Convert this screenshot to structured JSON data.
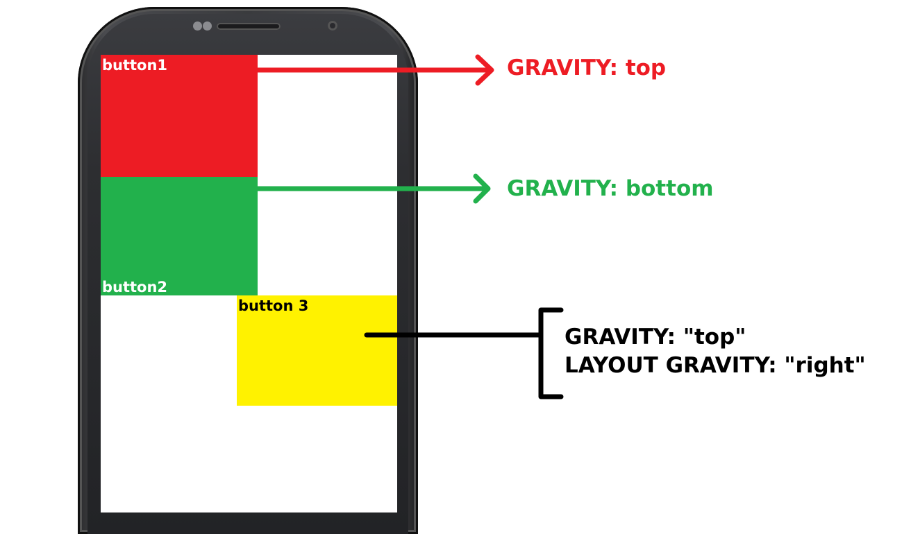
{
  "buttons": {
    "button1": {
      "label": "button1",
      "color": "#ed1c24"
    },
    "button2": {
      "label": "button2",
      "color": "#22b14c"
    },
    "button3": {
      "label": "button 3",
      "color": "#fff200"
    }
  },
  "annotations": {
    "top": {
      "text": "GRAVITY: top",
      "color": "#ed1c24"
    },
    "bottom": {
      "text": "GRAVITY: bottom",
      "color": "#22b14c"
    },
    "button3": {
      "line1": "GRAVITY:  \"top\"",
      "line2": "LAYOUT GRAVITY:  \"right\""
    }
  },
  "icons": {
    "arrow": "arrow-right-icon",
    "bracket": "bracket-icon"
  }
}
